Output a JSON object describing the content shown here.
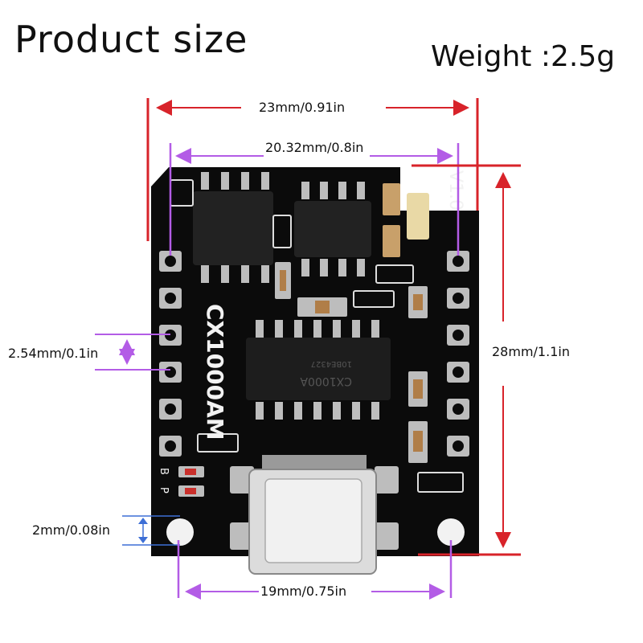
{
  "header": {
    "title": "Product size",
    "weight": "Weight :2.5g"
  },
  "board": {
    "silkscreen_model": "CX1000AM",
    "version": "V1.0",
    "chip_marking_line1": "CX1000A",
    "chip_marking_line2": "10BE4327",
    "led_labels": [
      "B",
      "P"
    ]
  },
  "dimensions": {
    "width": "23mm/0.91in",
    "pin_row_spacing": "20.32mm/0.8in",
    "height": "28mm/1.1in",
    "pin_pitch": "2.54mm/0.1in",
    "hole_diameter": "2mm/0.08in",
    "hole_spacing": "19mm/0.75in"
  },
  "colors": {
    "pcb": "#0b0b0b",
    "red_dimension": "#d8232a",
    "purple_dimension": "#b35ce6",
    "pad": "#c9c9c9"
  }
}
